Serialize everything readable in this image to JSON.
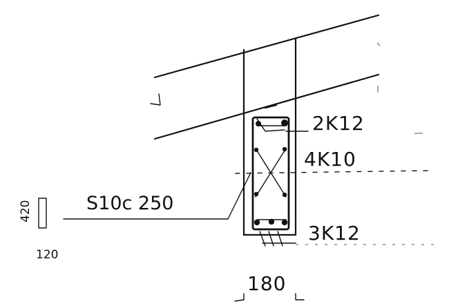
{
  "drawing": {
    "labels": {
      "top_bars": "2K12",
      "side_bars": "4K10",
      "bottom_bars": "3K12",
      "stirrups": "S10c 250",
      "section_width": "180",
      "legend_height": "420",
      "legend_width": "120"
    },
    "colors": {
      "ink": "#111111",
      "background": "#ffffff"
    }
  }
}
